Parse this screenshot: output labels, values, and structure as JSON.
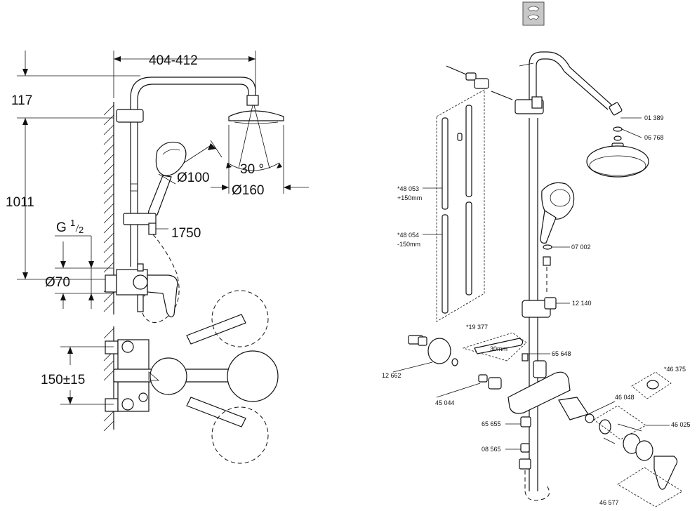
{
  "dimensions": {
    "width_range": "404-412",
    "top_offset": "117",
    "height": "1011",
    "thread_g": "G",
    "thread_frac_num": "1",
    "thread_frac_den": "2",
    "diameter_70": "Ø70",
    "diameter_100": "Ø100",
    "diameter_160": "Ø160",
    "angle": "30 °",
    "hose_length": "1750",
    "spacing": "150±15"
  },
  "parts": {
    "p01389": "01 389",
    "p06768": "06 768",
    "p48053": "*48 053",
    "p48053_note": "+150mm",
    "p48054": "*48 054",
    "p48054_note": "-150mm",
    "p07002": "07 002",
    "p12140": "12 140",
    "p19377": "*19 377",
    "p19377_note": "30mm",
    "p65648": "65 648",
    "p12662": "12 662",
    "p46375": "*46 375",
    "p45044": "45 044",
    "p46048": "46 048",
    "p65655": "65 655",
    "p46025": "46 025",
    "p08565": "08 565",
    "p46577": "46 577"
  },
  "icons": {
    "header_icon": "tap-water-icon"
  }
}
